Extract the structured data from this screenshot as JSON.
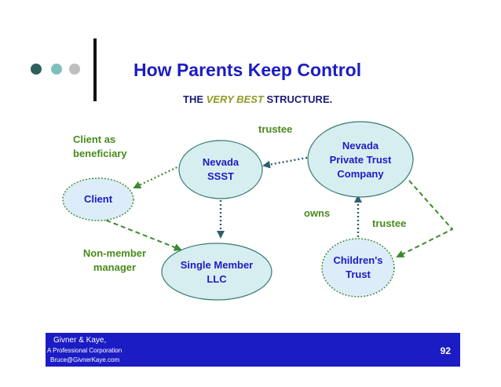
{
  "header": {
    "title": "How Parents Keep Control",
    "subtitle_prefix": "THE ",
    "subtitle_emphasis": "VERY BEST",
    "subtitle_suffix": " STRUCTURE."
  },
  "colors": {
    "title": "#1c1cc4",
    "dot_dark": "#2f5f5c",
    "dot_teal": "#7fbfc0",
    "dot_gray": "#bfbfbf",
    "node_text": "#1c1cc4",
    "label_text": "#4a8a1c",
    "ellipse_fill": "#d6eef0",
    "ellipse_dashed_fill": "#dcecf8",
    "arrow_green": "#3d8a2e",
    "arrow_blue": "#2f5f6f",
    "footer_bg": "#1c1cc4"
  },
  "diagram": {
    "nodes": {
      "nevada_ssst": "Nevada\nSSST",
      "nevada_private_trust": "Nevada\nPrivate Trust\nCompany",
      "client": "Client",
      "single_member_llc": "Single Member\nLLC",
      "childrens_trust": "Children's\nTrust"
    },
    "labels": {
      "client_as_beneficiary": "Client as\nbeneficiary",
      "trustee_top": "trustee",
      "owns": "owns",
      "trustee_right": "trustee",
      "non_member_manager": "Non-member\nmanager"
    }
  },
  "footer": {
    "line1": "Givner & Kaye,",
    "line2": "A Professional Corporation",
    "line3": "Bruce@GivnerKaye.com",
    "page_number": "92"
  }
}
